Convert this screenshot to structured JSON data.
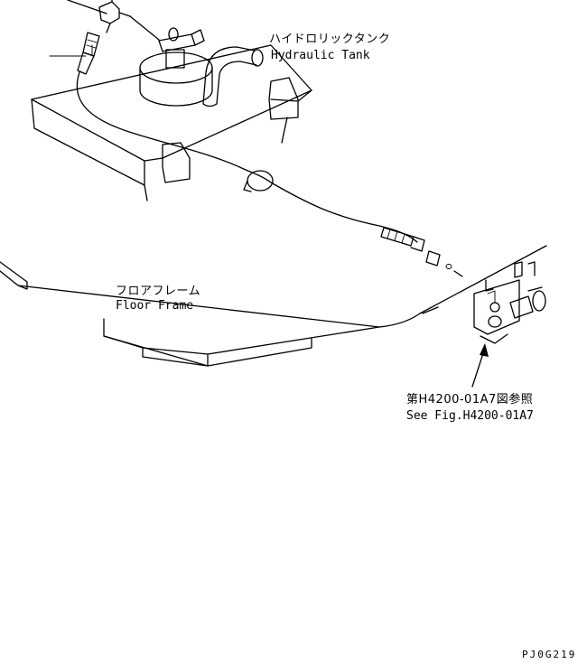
{
  "labels": {
    "hydraulic_tank_jp": "ハイドロリックタンク",
    "hydraulic_tank_en": "Hydraulic Tank",
    "floor_frame_jp": "フロアフレーム",
    "floor_frame_en": "Floor Frame",
    "reference_jp": "第H4200-01A7図参照",
    "reference_en": "See Fig.H4200-01A7"
  },
  "drawing_code": "PJ0G219",
  "colors": {
    "ink": "#000000",
    "paper": "#ffffff"
  }
}
